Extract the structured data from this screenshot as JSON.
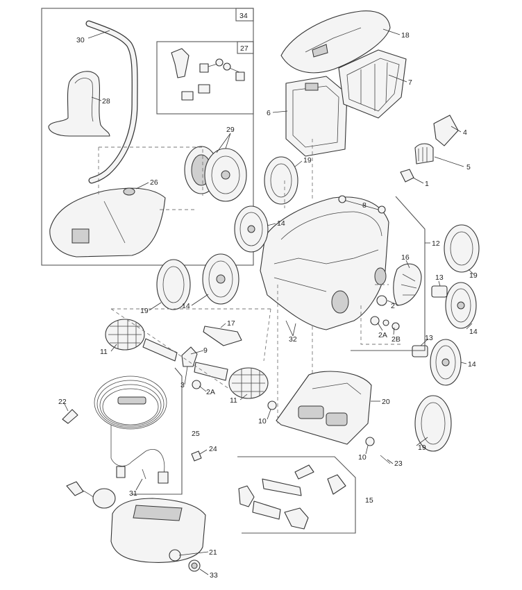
{
  "labels": [
    {
      "id": "34",
      "text": "34"
    },
    {
      "id": "27",
      "text": "27"
    },
    {
      "id": "30",
      "text": "30"
    },
    {
      "id": "28",
      "text": "28"
    },
    {
      "id": "29",
      "text": "29"
    },
    {
      "id": "26",
      "text": "26"
    },
    {
      "id": "18",
      "text": "18"
    },
    {
      "id": "7",
      "text": "7"
    },
    {
      "id": "6",
      "text": "6"
    },
    {
      "id": "4",
      "text": "4"
    },
    {
      "id": "5",
      "text": "5"
    },
    {
      "id": "1",
      "text": "1"
    },
    {
      "id": "19a",
      "text": "19"
    },
    {
      "id": "8",
      "text": "8"
    },
    {
      "id": "14a",
      "text": "14"
    },
    {
      "id": "12",
      "text": "12"
    },
    {
      "id": "16",
      "text": "16"
    },
    {
      "id": "19b",
      "text": "19"
    },
    {
      "id": "13a",
      "text": "13"
    },
    {
      "id": "2",
      "text": "2"
    },
    {
      "id": "2A",
      "text": "2A"
    },
    {
      "id": "2B",
      "text": "2B"
    },
    {
      "id": "14b",
      "text": "14"
    },
    {
      "id": "19c",
      "text": "19"
    },
    {
      "id": "14c",
      "text": "14"
    },
    {
      "id": "17",
      "text": "17"
    },
    {
      "id": "32",
      "text": "32"
    },
    {
      "id": "13b",
      "text": "13"
    },
    {
      "id": "14d",
      "text": "14"
    },
    {
      "id": "11a",
      "text": "11"
    },
    {
      "id": "9",
      "text": "9"
    },
    {
      "id": "3",
      "text": "3"
    },
    {
      "id": "2Ab",
      "text": "2A"
    },
    {
      "id": "11b",
      "text": "11"
    },
    {
      "id": "20",
      "text": "20"
    },
    {
      "id": "22",
      "text": "22"
    },
    {
      "id": "25",
      "text": "25"
    },
    {
      "id": "10a",
      "text": "10"
    },
    {
      "id": "10b",
      "text": "10"
    },
    {
      "id": "19d",
      "text": "19"
    },
    {
      "id": "23",
      "text": "23"
    },
    {
      "id": "24",
      "text": "24"
    },
    {
      "id": "31",
      "text": "31"
    },
    {
      "id": "15",
      "text": "15"
    },
    {
      "id": "21",
      "text": "21"
    },
    {
      "id": "33",
      "text": "33"
    }
  ]
}
